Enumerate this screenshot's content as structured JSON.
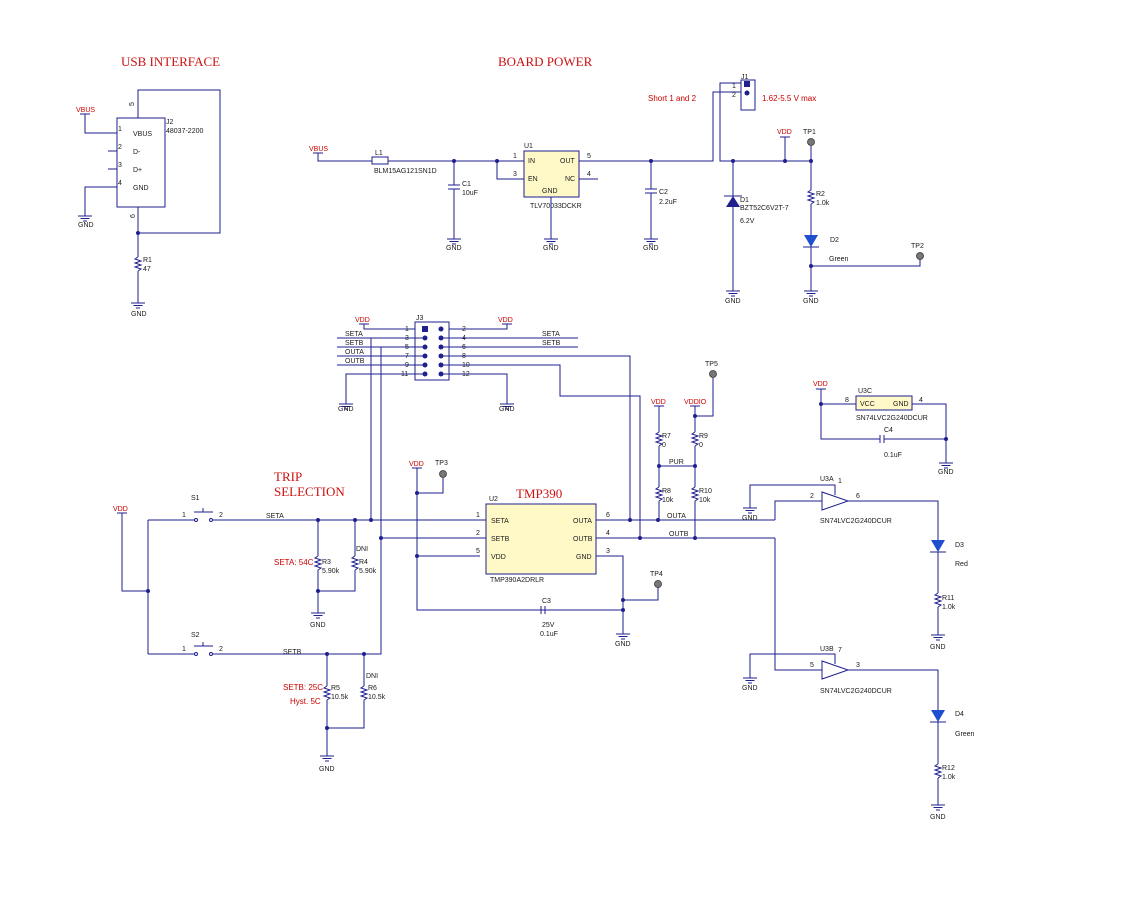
{
  "titles": {
    "usb": "USB INTERFACE",
    "board_power": "BOARD POWER",
    "trip_line1": "TRIP",
    "trip_line2": "SELECTION",
    "tmp390": "TMP390"
  },
  "notes": {
    "short": "Short 1 and 2",
    "vrange": "1.62-5.5 V max",
    "seta_set": "SETA: 54C",
    "setb_set": "SETB: 25C",
    "hyst": "Hyst. 5C"
  },
  "nets": {
    "vbus": "VBUS",
    "vdd": "VDD",
    "vddio": "VDDIO",
    "gnd": "GND",
    "seta": "SETA",
    "setb": "SETB",
    "outa": "OUTA",
    "outb": "OUTB",
    "pur": "PUR",
    "dni": "DNI"
  },
  "parts": {
    "j2": {
      "ref": "J2",
      "value": "48037-2200",
      "pins": [
        "VBUS",
        "D-",
        "D+",
        "GND"
      ]
    },
    "r1": {
      "ref": "R1",
      "value": "47"
    },
    "l1": {
      "ref": "L1",
      "value": "BLM15AG121SN1D"
    },
    "c1": {
      "ref": "C1",
      "value": "10uF"
    },
    "u1": {
      "ref": "U1",
      "value": "TLV70033DCKR",
      "pins": [
        "IN",
        "EN",
        "GND",
        "OUT",
        "NC"
      ]
    },
    "c2": {
      "ref": "C2",
      "value": "2.2uF"
    },
    "j1": {
      "ref": "J1"
    },
    "d1": {
      "ref": "D1",
      "value": "BZT52C6V2T-7",
      "v": "6.2V"
    },
    "tp1": {
      "ref": "TP1"
    },
    "r2": {
      "ref": "R2",
      "value": "1.0k"
    },
    "d2": {
      "ref": "D2",
      "value": "Green"
    },
    "tp2": {
      "ref": "TP2"
    },
    "j3": {
      "ref": "J3"
    },
    "tp5": {
      "ref": "TP5"
    },
    "r7": {
      "ref": "R7",
      "value": "0"
    },
    "r9": {
      "ref": "R9",
      "value": "0"
    },
    "r8": {
      "ref": "R8",
      "value": "10k"
    },
    "r10": {
      "ref": "R10",
      "value": "10k"
    },
    "u3c": {
      "ref": "U3C",
      "value": "SN74LVC2G240DCUR",
      "pins": [
        "VCC",
        "GND"
      ]
    },
    "c4": {
      "ref": "C4",
      "value": "0.1uF"
    },
    "s1": {
      "ref": "S1"
    },
    "s2": {
      "ref": "S2"
    },
    "tp3": {
      "ref": "TP3"
    },
    "tp4": {
      "ref": "TP4"
    },
    "u2": {
      "ref": "U2",
      "value": "TMP390A2DRLR",
      "pins": [
        "SETA",
        "SETB",
        "VDD",
        "OUTA",
        "OUTB",
        "GND"
      ]
    },
    "r3": {
      "ref": "R3",
      "value": "5.90k"
    },
    "r4": {
      "ref": "R4",
      "value": "5.90k"
    },
    "r5": {
      "ref": "R5",
      "value": "10.5k"
    },
    "r6": {
      "ref": "R6",
      "value": "10.5k"
    },
    "c3": {
      "ref": "C3",
      "v": "25V",
      "value": "0.1uF"
    },
    "u3a": {
      "ref": "U3A",
      "value": "SN74LVC2G240DCUR"
    },
    "u3b": {
      "ref": "U3B",
      "value": "SN74LVC2G240DCUR"
    },
    "d3": {
      "ref": "D3",
      "value": "Red"
    },
    "d4": {
      "ref": "D4",
      "value": "Green"
    },
    "r11": {
      "ref": "R11",
      "value": "1.0k"
    },
    "r12": {
      "ref": "R12",
      "value": "1.0k"
    }
  },
  "pin_numbers": [
    "1",
    "2",
    "3",
    "4",
    "5",
    "6",
    "7",
    "8",
    "9",
    "10",
    "11",
    "12"
  ],
  "colors": {
    "wire": "#1f1f8f",
    "title": "#cc1111",
    "ic_fill": "#fff9c8"
  }
}
